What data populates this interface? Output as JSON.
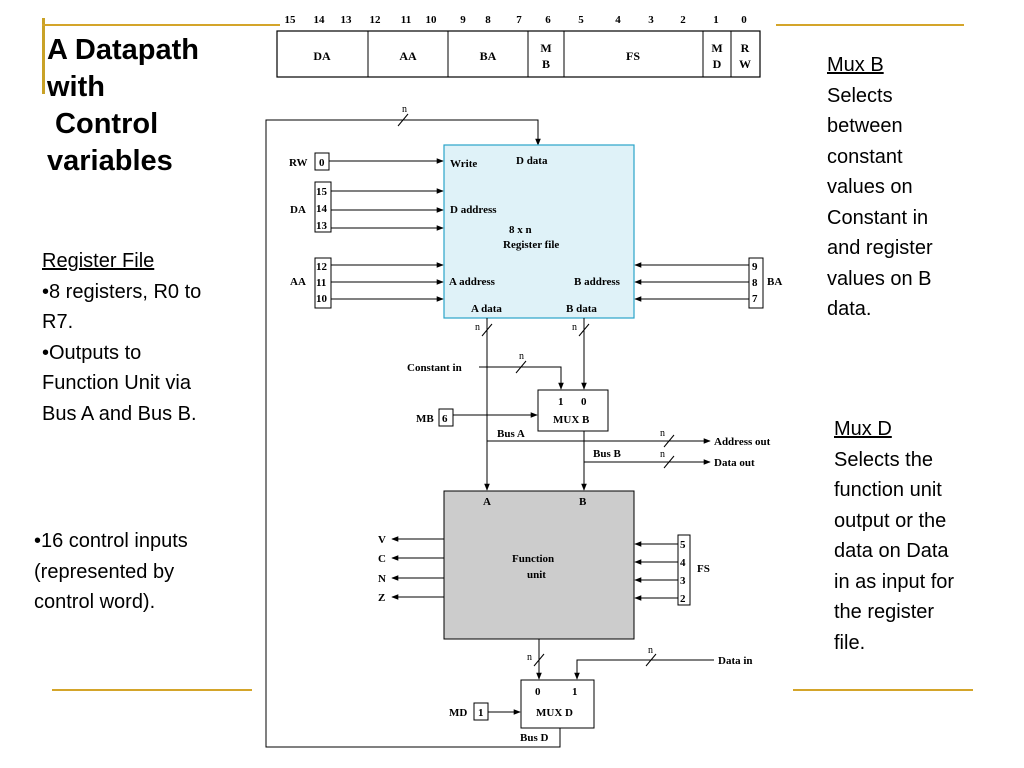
{
  "title": {
    "line1": "A Datapath",
    "line2": "with",
    "line3": " Control",
    "line4": "variables"
  },
  "register_file_note": {
    "heading": "Register File",
    "bullet1a": "•8 registers, R0 to",
    "bullet1b": "R7.",
    "bullet2a": "•Outputs to",
    "bullet2b": "Function Unit via",
    "bullet2c": "Bus A and Bus B."
  },
  "control_note": {
    "line1": "•16 control inputs",
    "line2": "(represented by",
    "line3": "control word)."
  },
  "mux_b_note": {
    "heading": "Mux B",
    "lines": [
      "Selects",
      "between",
      "constant",
      "values on",
      "Constant in",
      "and register",
      "values on B",
      "data."
    ]
  },
  "mux_d_note": {
    "heading": "Mux D",
    "lines": [
      "Selects the",
      "function unit",
      "output or the",
      "data on Data",
      "in as input for",
      "the register",
      "file."
    ]
  },
  "control_word": {
    "bit_numbers": [
      "15",
      "14",
      "13",
      "12",
      "11",
      "10",
      "9",
      "8",
      "7",
      "6",
      "5",
      "4",
      "3",
      "2",
      "1",
      "0"
    ],
    "fields": {
      "da": "DA",
      "aa": "AA",
      "ba": "BA",
      "mb_top": "M",
      "mb_bot": "B",
      "fs": "FS",
      "md_top": "M",
      "md_bot": "D",
      "rw_top": "R",
      "rw_bot": "W"
    }
  },
  "diagram": {
    "n": "n",
    "rw": "RW",
    "rw_bit": "0",
    "da": "DA",
    "da_bits": [
      "15",
      "14",
      "13"
    ],
    "aa": "AA",
    "aa_bits": [
      "12",
      "11",
      "10"
    ],
    "ba": "BA",
    "ba_bits": [
      "9",
      "8",
      "7"
    ],
    "write": "Write",
    "d_data": "D data",
    "d_address": "D address",
    "reg_size": "8 x n",
    "register_file": "Register file",
    "a_address": "A address",
    "b_address": "B address",
    "a_data": "A data",
    "b_data": "B data",
    "constant_in": "Constant in",
    "mb": "MB",
    "mb_bit": "6",
    "mux_b_in1": "1",
    "mux_b_in0": "0",
    "mux_b": "MUX B",
    "bus_a": "Bus A",
    "bus_b": "Bus B",
    "address_out": "Address out",
    "data_out": "Data out",
    "fu_a": "A",
    "fu_b": "B",
    "function": "Function",
    "unit": "unit",
    "flags": [
      "V",
      "C",
      "N",
      "Z"
    ],
    "fs": "FS",
    "fs_bits": [
      "5",
      "4",
      "3",
      "2"
    ],
    "data_in": "Data in",
    "md": "MD",
    "md_bit": "1",
    "mux_d_in0": "0",
    "mux_d_in1": "1",
    "mux_d": "MUX D",
    "bus_d": "Bus D"
  },
  "colors": {
    "register_file_fill": "#dff2f8",
    "register_file_border": "#2aa4c9",
    "function_unit_fill": "#cccccc",
    "accent_line": "#d4a52a"
  }
}
